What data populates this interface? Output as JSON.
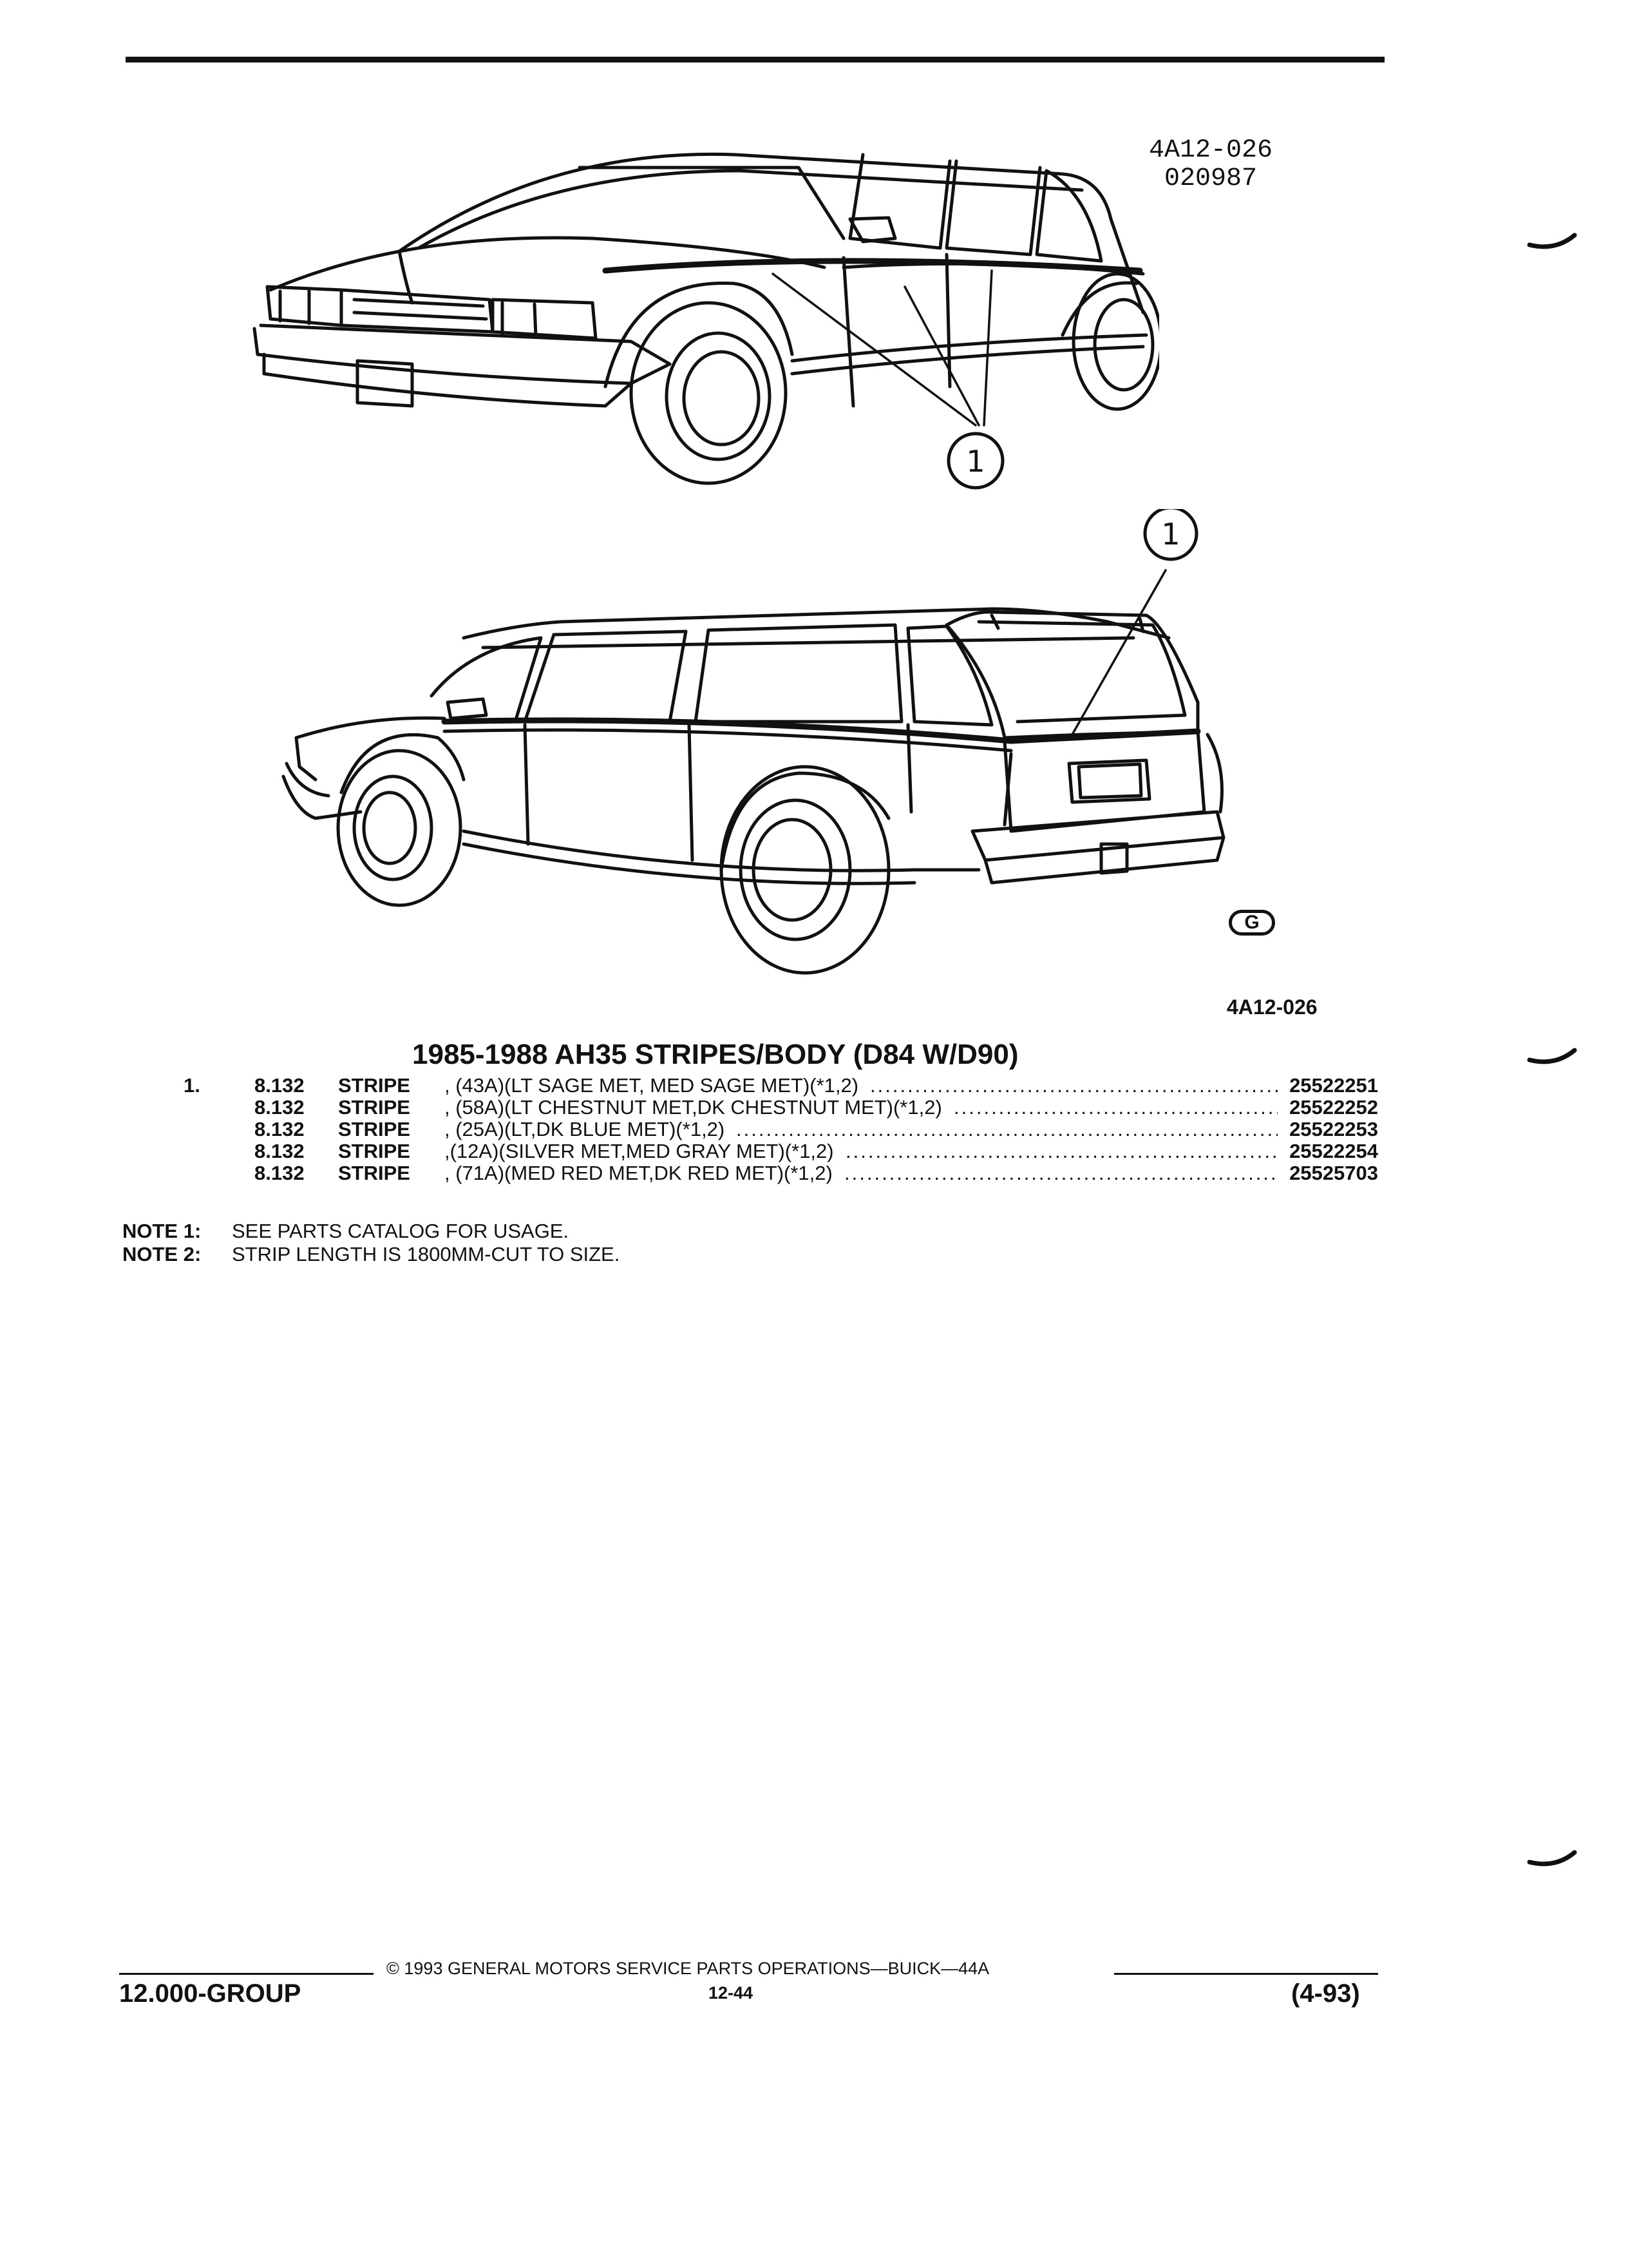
{
  "drawing": {
    "code_top_line1": "4A12-026",
    "code_top_line2": "020987",
    "callout_label": "1",
    "logo_glyph": "G",
    "code_bottom": "4A12-026"
  },
  "section_title": "1985-1988 AH35 STRIPES/BODY (D84 W/D90)",
  "parts": [
    {
      "item": "1.",
      "group": "8.132",
      "name": "STRIPE",
      "desc": ", (43A)(LT SAGE MET, MED SAGE MET)(*1,2)",
      "part": "25522251"
    },
    {
      "item": "",
      "group": "8.132",
      "name": "STRIPE",
      "desc": ", (58A)(LT CHESTNUT MET,DK CHESTNUT MET)(*1,2)",
      "part": "25522252"
    },
    {
      "item": "",
      "group": "8.132",
      "name": "STRIPE",
      "desc": ", (25A)(LT,DK BLUE MET)(*1,2)",
      "part": "25522253"
    },
    {
      "item": "",
      "group": "8.132",
      "name": "STRIPE",
      "desc": ",(12A)(SILVER MET,MED GRAY MET)(*1,2)",
      "part": "25522254"
    },
    {
      "item": "",
      "group": "8.132",
      "name": "STRIPE",
      "desc": ", (71A)(MED RED MET,DK RED MET)(*1,2)",
      "part": "25525703"
    }
  ],
  "notes": [
    {
      "label": "NOTE  1:",
      "text": "SEE PARTS CATALOG FOR USAGE."
    },
    {
      "label": "NOTE  2:",
      "text": "STRIP LENGTH IS 1800MM-CUT TO SIZE."
    }
  ],
  "footer": {
    "copyright": "© 1993  GENERAL MOTORS SERVICE PARTS OPERATIONS—BUICK—44A",
    "group": "12.000-GROUP",
    "page": "12-44",
    "date": "(4-93)"
  }
}
